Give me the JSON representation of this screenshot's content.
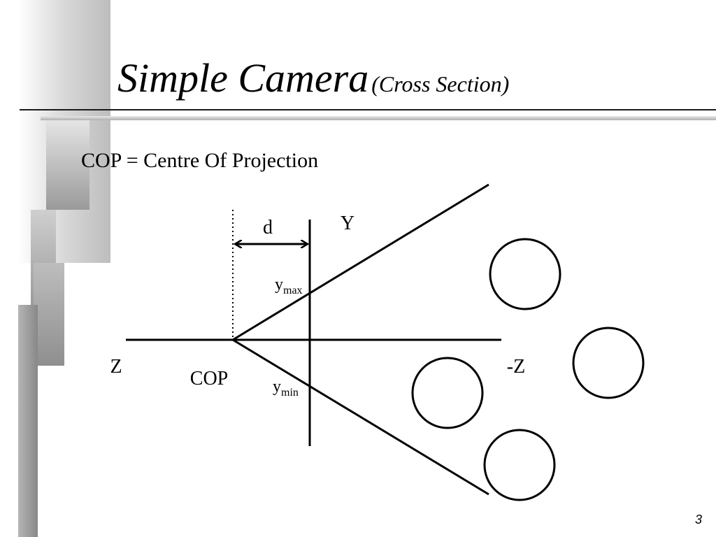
{
  "slide": {
    "title": "Simple Camera",
    "title_suffix": "(Cross Section)",
    "subtitle": "COP = Centre Of Projection",
    "page_number": "3"
  },
  "diagram": {
    "label_d": "d",
    "label_y_axis": "Y",
    "label_z": "Z",
    "label_neg_z": "-Z",
    "label_cop": "COP",
    "label_ymax_base": "y",
    "label_ymax_sub": "max",
    "label_ymin_base": "y",
    "label_ymin_sub": "min"
  },
  "colors": {
    "ink": "#000000",
    "background": "#ffffff"
  }
}
